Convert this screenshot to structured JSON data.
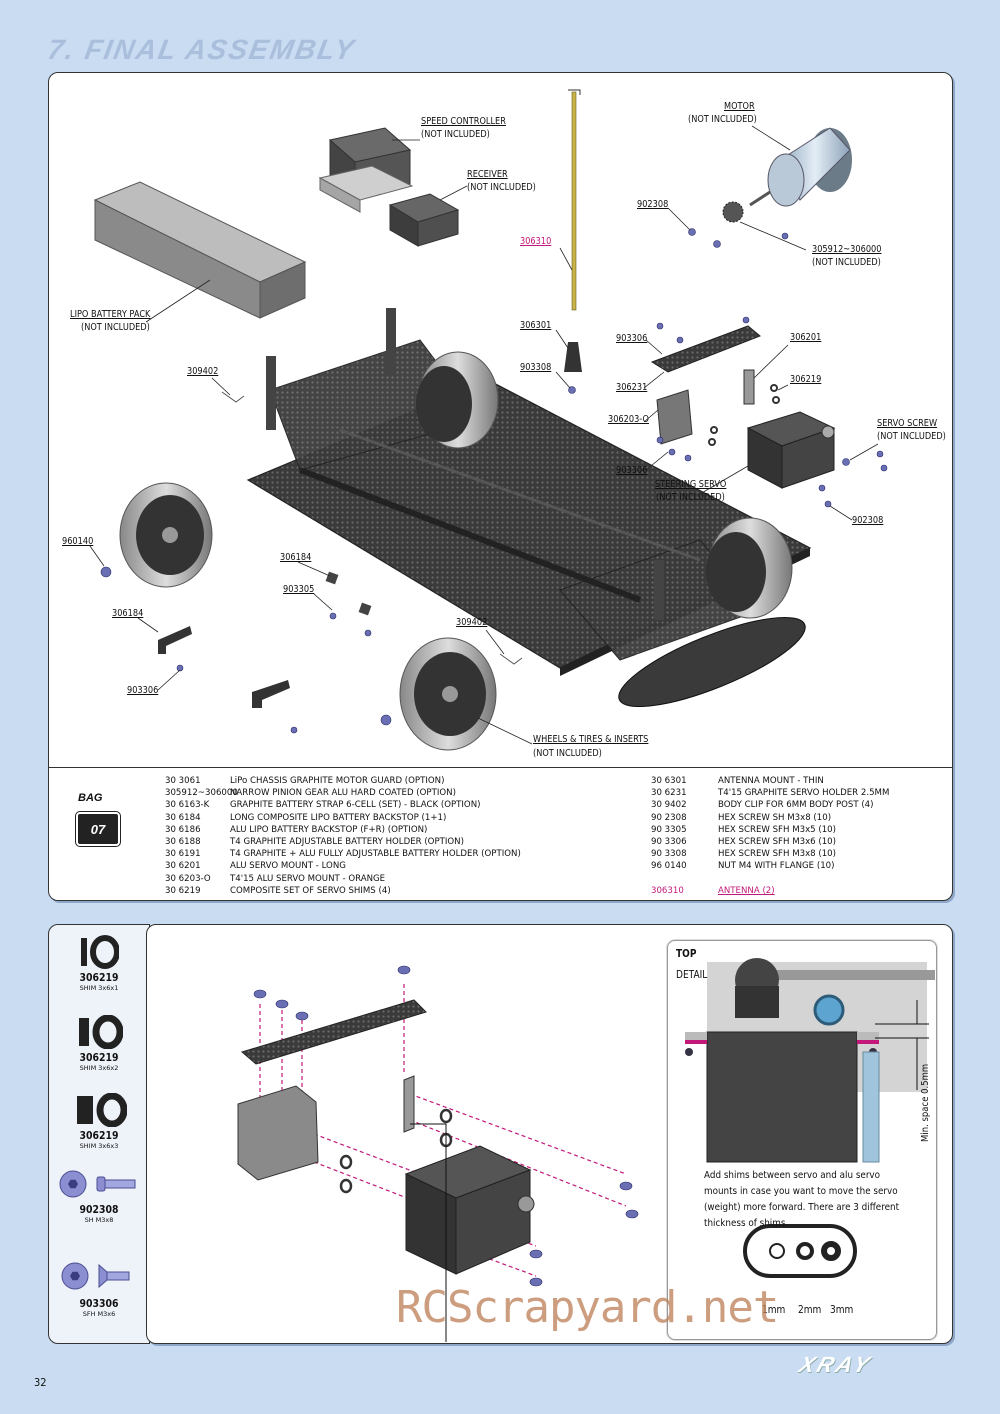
{
  "header": {
    "title": "7. FINAL ASSEMBLY"
  },
  "labels": {
    "speed_controller": "SPEED CONTROLLER",
    "not_included": "(NOT INCLUDED)",
    "receiver": "RECEIVER",
    "motor": "MOTOR",
    "pn_902308": "902308",
    "pinion": "305912~306000",
    "antenna": "306310",
    "lipo": "LIPO BATTERY PACK",
    "pn_306301": "306301",
    "pn_903308": "903308",
    "pn_903306": "903306",
    "pn_306231": "306231",
    "pn_306203o": "306203-O",
    "pn_306201": "306201",
    "pn_306219": "306219",
    "servo_screw": "SERVO SCREW",
    "steering_servo": "STEERING SERVO",
    "pn_309402": "309402",
    "pn_960140": "960140",
    "pn_306184": "306184",
    "pn_903305": "903305",
    "wheels": "WHEELS & TIRES & INSERTS"
  },
  "bag": {
    "label": "BAG",
    "number": "07"
  },
  "parts_left": [
    {
      "code": "30 3061",
      "desc": "LiPo CHASSIS GRAPHITE MOTOR GUARD (OPTION)"
    },
    {
      "code": "305912~306000",
      "desc": "NARROW PINION GEAR ALU HARD COATED (OPTION)"
    },
    {
      "code": "30 6163-K",
      "desc": "GRAPHITE BATTERY STRAP 6-CELL (SET) - BLACK (OPTION)"
    },
    {
      "code": "30 6184",
      "desc": "LONG COMPOSITE LIPO BATTERY BACKSTOP (1+1)"
    },
    {
      "code": "30 6186",
      "desc": "ALU LIPO BATTERY BACKSTOP (F+R) (OPTION)"
    },
    {
      "code": "30 6188",
      "desc": "T4 GRAPHITE ADJUSTABLE BATTERY HOLDER  (OPTION)"
    },
    {
      "code": "30 6191",
      "desc": "T4 GRAPHITE + ALU FULLY ADJUSTABLE BATTERY HOLDER (OPTION)"
    },
    {
      "code": "30 6201",
      "desc": "ALU SERVO MOUNT - LONG"
    },
    {
      "code": "30 6203-O",
      "desc": "T4'15 ALU SERVO MOUNT - ORANGE"
    },
    {
      "code": "30 6219",
      "desc": "COMPOSITE SET OF SERVO SHIMS (4)"
    }
  ],
  "parts_right": [
    {
      "code": "30 6301",
      "desc": "ANTENNA MOUNT - THIN"
    },
    {
      "code": "30 6231",
      "desc": "T4'15 GRAPHITE SERVO HOLDER 2.5MM"
    },
    {
      "code": "30 9402",
      "desc": "BODY CLIP FOR 6MM BODY POST (4)"
    },
    {
      "code": "90 2308",
      "desc": "HEX SCREW SH M3x8  (10)"
    },
    {
      "code": "90 3305",
      "desc": "HEX SCREW SFH M3x5  (10)"
    },
    {
      "code": "90 3306",
      "desc": "HEX SCREW SFH M3x6  (10)"
    },
    {
      "code": "90 3308",
      "desc": "HEX SCREW SFH M3x8  (10)"
    },
    {
      "code": "96 0140",
      "desc": "NUT M4 WITH FLANGE  (10)"
    },
    {
      "code": "",
      "desc": ""
    },
    {
      "code": "306310",
      "desc": "ANTENNA (2)"
    }
  ],
  "side_parts": [
    {
      "pn": "306219",
      "desc": "SHIM 3x6x1"
    },
    {
      "pn": "306219",
      "desc": "SHIM 3x6x2"
    },
    {
      "pn": "306219",
      "desc": "SHIM 3x6x3"
    },
    {
      "pn": "902308",
      "desc": "SH M3x8"
    },
    {
      "pn": "903306",
      "desc": "SFH M3x6"
    }
  ],
  "detail": {
    "top": "TOP",
    "detail": "DETAIL",
    "min_space": "Min. space 0.5mm",
    "note": "Add shims between servo and alu servo mounts in case you want to move the servo (weight) more forward. There are 3 different thickness of shims.",
    "sizes": [
      "1mm",
      "2mm",
      "3mm"
    ]
  },
  "watermark": "RCScrapyard.net",
  "page_number": "32",
  "brand": "XRAY",
  "colors": {
    "background": "#c9dcf1",
    "accent": "#c2187a",
    "dark": "#2b2b2b"
  }
}
